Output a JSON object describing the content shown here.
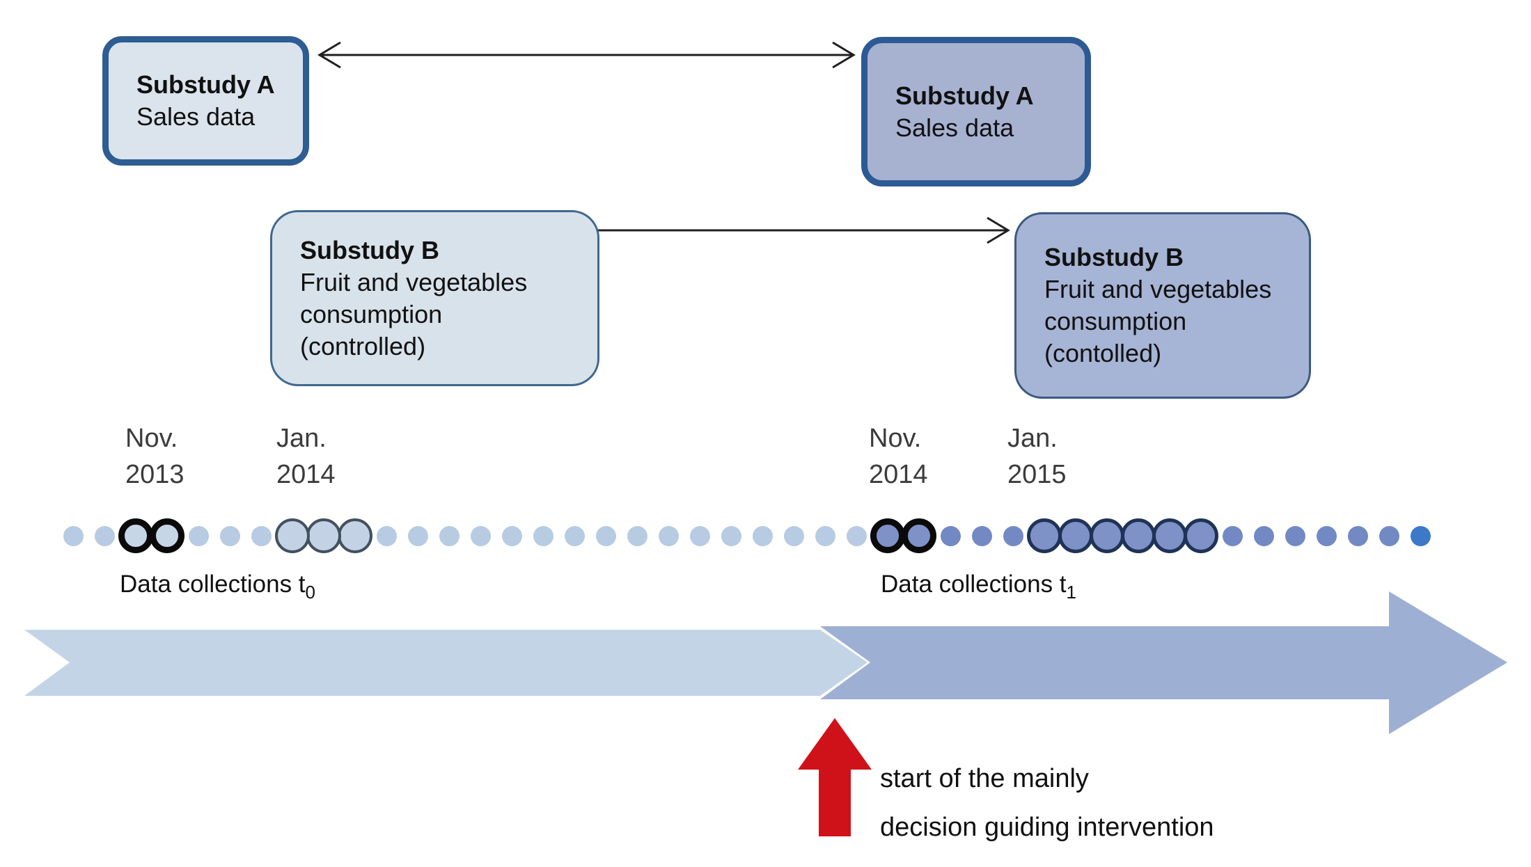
{
  "figure": {
    "boxes": {
      "a_t0": {
        "title": "Substudy A",
        "body": [
          "Sales data"
        ]
      },
      "a_t1": {
        "title": "Substudy A",
        "body": [
          "Sales data"
        ]
      },
      "b_t0": {
        "title": "Substudy B",
        "body": [
          "Fruit and vegetables",
          "consumption",
          "(controlled)"
        ]
      },
      "b_t1": {
        "title": "Substudy B",
        "body": [
          "Fruit and vegetables",
          "consumption",
          "(contolled)"
        ]
      }
    },
    "dates": [
      {
        "month": "Nov.",
        "year": "2013"
      },
      {
        "month": "Jan.",
        "year": "2014"
      },
      {
        "month": "Nov.",
        "year": "2014"
      },
      {
        "month": "Jan.",
        "year": "2015"
      }
    ],
    "collections": {
      "t0": {
        "label": "Data collections t",
        "sub": "0"
      },
      "t1": {
        "label": "Data collections t",
        "sub": "1"
      }
    },
    "intervention": {
      "line1": "start of the mainly",
      "line2": "decision guiding intervention"
    }
  },
  "timeline": {
    "segments": [
      {
        "type": "light",
        "count": 2
      },
      {
        "type": "ring_thick_light",
        "count": 2
      },
      {
        "type": "light",
        "count": 3
      },
      {
        "type": "ring_thin_light",
        "count": 3
      },
      {
        "type": "light",
        "count": 16
      },
      {
        "type": "ring_thick_mid",
        "count": 2
      },
      {
        "type": "mid",
        "count": 3
      },
      {
        "type": "ring_thin_mid",
        "count": 6
      },
      {
        "type": "mid",
        "count": 6
      },
      {
        "type": "end",
        "count": 1
      }
    ]
  },
  "colors": {
    "band_t0": "#c4d4e7",
    "band_t1": "#9dafd3",
    "connector_line": "#1f1f1f",
    "intervention_red": "#cf1219",
    "dots": {
      "light": {
        "fill": "#b7cbe2"
      },
      "ring_thick_light": {
        "fill": "#c7d6e6",
        "ring": "#0a0a0a",
        "ring_width": 9
      },
      "ring_thin_light": {
        "fill": "#c3d3e5",
        "ring": "#42505f",
        "ring_width": 4
      },
      "mid": {
        "fill": "#7389c4"
      },
      "ring_thick_mid": {
        "fill": "#7e92c7",
        "ring": "#0a0a0a",
        "ring_width": 9
      },
      "ring_thin_mid": {
        "fill": "#7e92c7",
        "ring": "#1f3356",
        "ring_width": 5
      },
      "end": {
        "fill": "#3d79c9"
      }
    }
  }
}
